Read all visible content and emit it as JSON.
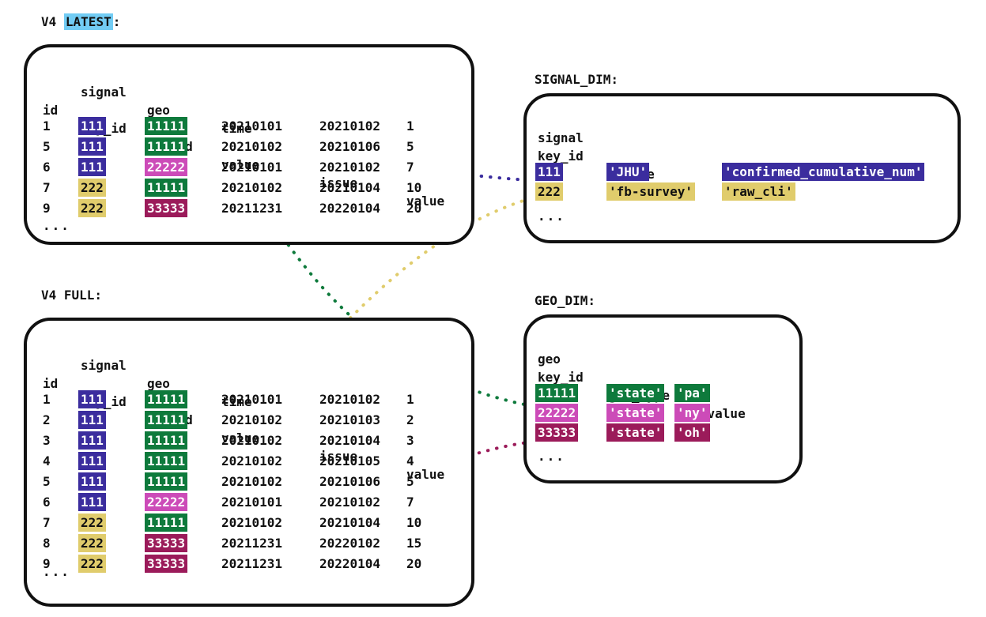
{
  "palette": {
    "indigo": "#3B2D9E",
    "khaki": "#E0CC6C",
    "green": "#0E7A3C",
    "orchid": "#CC4BB8",
    "crimson": "#9B1B5A",
    "highlight_cyan": "#72CCF4",
    "ink": "#111111",
    "page_background": "#ffffff"
  },
  "captions": {
    "latest_prefix": "V4 ",
    "latest_highlight": "LATEST",
    "latest_suffix": ":",
    "full": "V4 FULL:",
    "signal_dim": "SIGNAL_DIM:",
    "geo_dim": "GEO_DIM:"
  },
  "fact_table_headers": {
    "top": [
      "",
      "signal",
      "geo",
      "time",
      "",
      ""
    ],
    "bottom": [
      "id",
      "key_id",
      "key_id",
      "value",
      "issue",
      "value"
    ]
  },
  "latest_table": {
    "name": "V4 LATEST",
    "ellipsis": "...",
    "rows": [
      {
        "id": "1",
        "signal_key_id": "111",
        "signal_color": "indigo",
        "geo_key_id": "11111",
        "geo_color": "green",
        "time_value": "20210101",
        "issue": "20210102",
        "value": "1"
      },
      {
        "id": "5",
        "signal_key_id": "111",
        "signal_color": "indigo",
        "geo_key_id": "11111",
        "geo_color": "green",
        "time_value": "20210102",
        "issue": "20210106",
        "value": "5"
      },
      {
        "id": "6",
        "signal_key_id": "111",
        "signal_color": "indigo",
        "geo_key_id": "22222",
        "geo_color": "orchid",
        "time_value": "20210101",
        "issue": "20210102",
        "value": "7"
      },
      {
        "id": "7",
        "signal_key_id": "222",
        "signal_color": "khaki",
        "geo_key_id": "11111",
        "geo_color": "green",
        "time_value": "20210102",
        "issue": "20210104",
        "value": "10"
      },
      {
        "id": "9",
        "signal_key_id": "222",
        "signal_color": "khaki",
        "geo_key_id": "33333",
        "geo_color": "crimson",
        "time_value": "20211231",
        "issue": "20220104",
        "value": "20"
      }
    ]
  },
  "full_table": {
    "name": "V4 FULL",
    "ellipsis": "...",
    "rows": [
      {
        "id": "1",
        "signal_key_id": "111",
        "signal_color": "indigo",
        "geo_key_id": "11111",
        "geo_color": "green",
        "time_value": "20210101",
        "issue": "20210102",
        "value": "1"
      },
      {
        "id": "2",
        "signal_key_id": "111",
        "signal_color": "indigo",
        "geo_key_id": "11111",
        "geo_color": "green",
        "time_value": "20210102",
        "issue": "20210103",
        "value": "2"
      },
      {
        "id": "3",
        "signal_key_id": "111",
        "signal_color": "indigo",
        "geo_key_id": "11111",
        "geo_color": "green",
        "time_value": "20210102",
        "issue": "20210104",
        "value": "3"
      },
      {
        "id": "4",
        "signal_key_id": "111",
        "signal_color": "indigo",
        "geo_key_id": "11111",
        "geo_color": "green",
        "time_value": "20210102",
        "issue": "20210105",
        "value": "4"
      },
      {
        "id": "5",
        "signal_key_id": "111",
        "signal_color": "indigo",
        "geo_key_id": "11111",
        "geo_color": "green",
        "time_value": "20210102",
        "issue": "20210106",
        "value": "5"
      },
      {
        "id": "6",
        "signal_key_id": "111",
        "signal_color": "indigo",
        "geo_key_id": "22222",
        "geo_color": "orchid",
        "time_value": "20210101",
        "issue": "20210102",
        "value": "7"
      },
      {
        "id": "7",
        "signal_key_id": "222",
        "signal_color": "khaki",
        "geo_key_id": "11111",
        "geo_color": "green",
        "time_value": "20210102",
        "issue": "20210104",
        "value": "10"
      },
      {
        "id": "8",
        "signal_key_id": "222",
        "signal_color": "khaki",
        "geo_key_id": "33333",
        "geo_color": "crimson",
        "time_value": "20211231",
        "issue": "20220102",
        "value": "15"
      },
      {
        "id": "9",
        "signal_key_id": "222",
        "signal_color": "khaki",
        "geo_key_id": "33333",
        "geo_color": "crimson",
        "time_value": "20211231",
        "issue": "20220104",
        "value": "20"
      }
    ]
  },
  "signal_dim": {
    "name": "SIGNAL_DIM",
    "headers": {
      "top": [
        "signal",
        "",
        ""
      ],
      "bottom": [
        "key_id",
        "source",
        "signal"
      ]
    },
    "ellipsis": "...",
    "rows": [
      {
        "key_id": "111",
        "source": "'JHU'",
        "signal": "'confirmed_cumulative_num'",
        "color": "indigo"
      },
      {
        "key_id": "222",
        "source": "'fb-survey'",
        "signal": "'raw_cli'",
        "color": "khaki"
      }
    ]
  },
  "geo_dim": {
    "name": "GEO_DIM",
    "headers": {
      "top": [
        "geo",
        "",
        ""
      ],
      "bottom": [
        "key_id",
        "geo_type",
        "geo_value"
      ]
    },
    "ellipsis": "...",
    "rows": [
      {
        "key_id": "11111",
        "geo_type": "'state'",
        "geo_value": "'pa'",
        "color": "green"
      },
      {
        "key_id": "22222",
        "geo_type": "'state'",
        "geo_value": "'ny'",
        "color": "orchid"
      },
      {
        "key_id": "33333",
        "geo_type": "'state'",
        "geo_value": "'oh'",
        "color": "crimson"
      }
    ]
  },
  "connectors": [
    {
      "name": "latest-signal-111-to-signal-dim-111",
      "color": "#3B2D9E"
    },
    {
      "name": "latest-geo-11111-to-geo-dim-11111",
      "color": "#0E7A3C"
    },
    {
      "name": "full-signal-222-to-signal-dim-222",
      "color": "#E0CC6C"
    },
    {
      "name": "full-geo-33333-to-geo-dim-33333",
      "color": "#9B1B5A"
    }
  ]
}
